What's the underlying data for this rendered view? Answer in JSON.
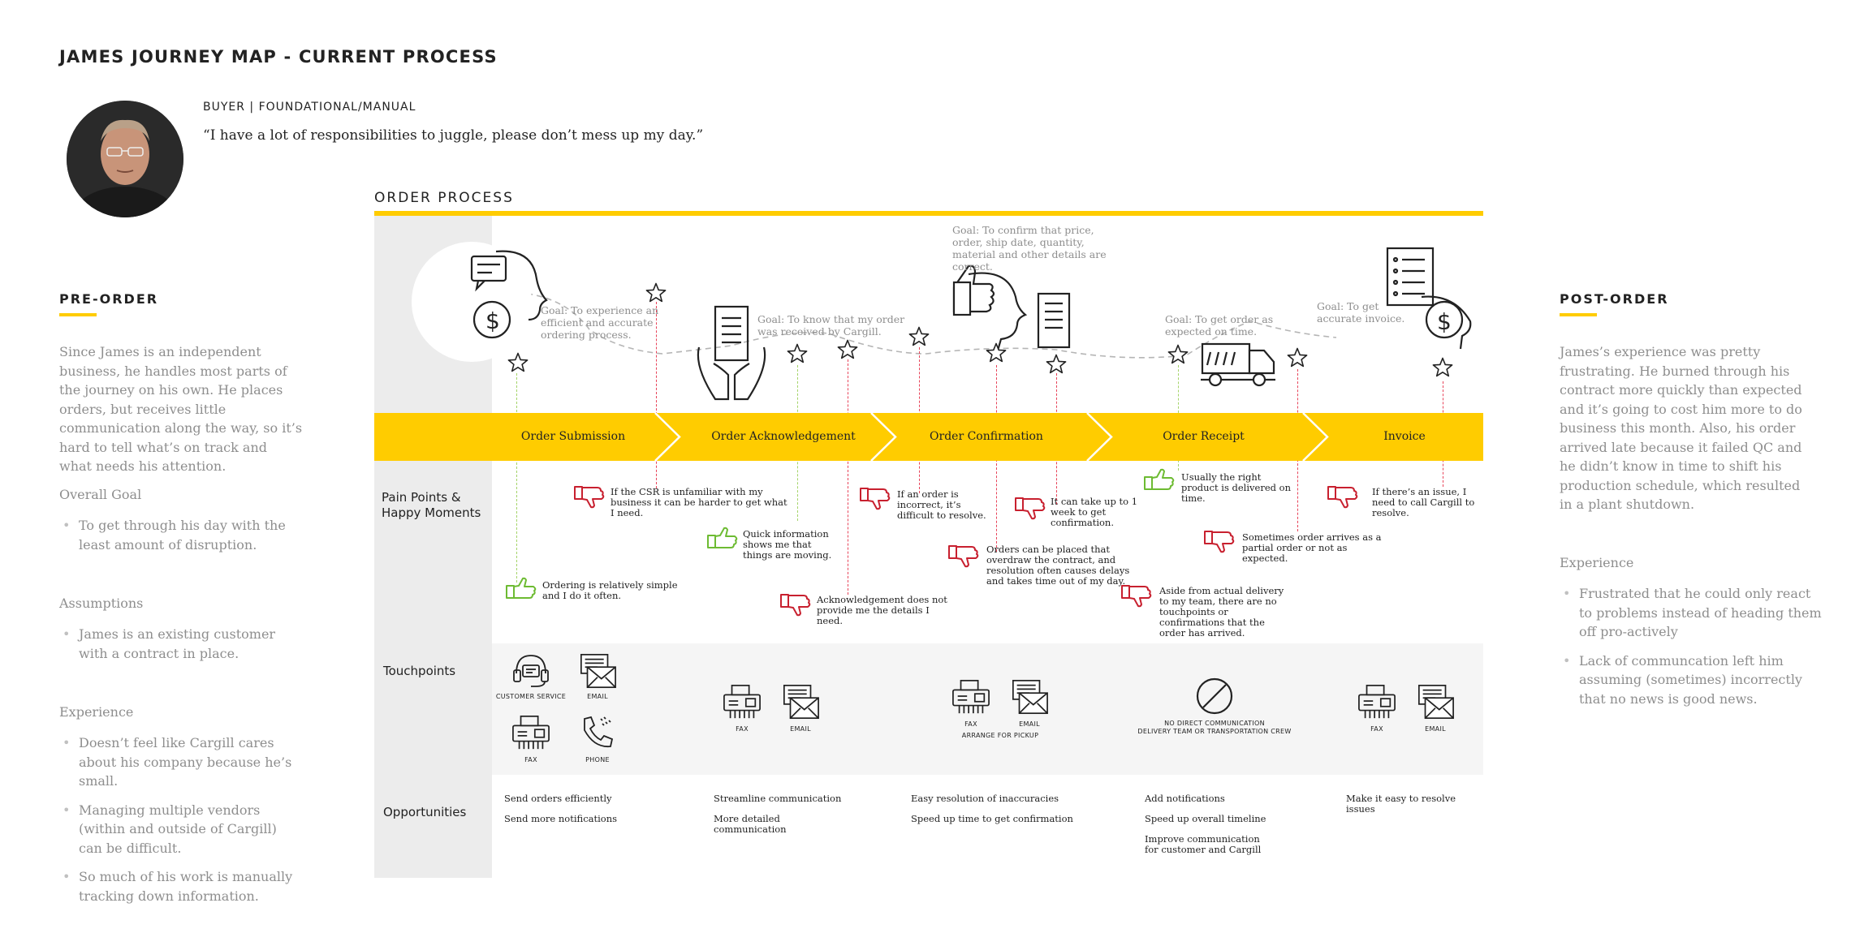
{
  "title": "JAMES JOURNEY MAP - CURRENT PROCESS",
  "persona": {
    "role": "BUYER | FOUNDATIONAL/MANUAL",
    "quote": "“I have a lot of responsibilities to juggle, please don’t mess up my day.”"
  },
  "pre_order": {
    "heading": "PRE-ORDER",
    "paragraph": "Since James is an independent business, he handles most parts of the journey on his own. He places orders, but receives little communication along the way, so it’s hard to tell what’s on track and what needs his attention.",
    "overall_goal_label": "Overall Goal",
    "overall_goal_items": [
      "To get through his day with the least amount of disruption."
    ],
    "assumptions_label": "Assumptions",
    "assumptions_items": [
      "James is an existing customer with a contract in place."
    ],
    "experience_label": "Experience",
    "experience_items": [
      "Doesn’t feel like Cargill cares about his company because he’s small.",
      "Managing multiple vendors (within and outside of Cargill) can be difficult.",
      "So much of his work is manually tracking down information."
    ]
  },
  "post_order": {
    "heading": "POST-ORDER",
    "paragraph": "James’s experience was pretty frustrating. He burned through his contract more quickly than expected and it’s going to cost him more to do business this month. Also, his order arrived late because it failed QC and he didn’t know in time to shift his production schedule, which resulted in a plant shutdown.",
    "experience_label": "Experience",
    "experience_items": [
      "Frustrated that he could only react to problems instead of heading them off pro-actively",
      "Lack of communcation left him assuming  (sometimes) incorrectly that no news is good news."
    ]
  },
  "order_process": {
    "heading": "ORDER PROCESS",
    "stages": [
      "Order Submission",
      "Order Acknowledgement",
      "Order Confirmation",
      "Order Receipt",
      "Invoice"
    ],
    "goals": [
      "Goal: To experience an efficient and accurate ordering process.",
      "Goal: To know that my order was received by Cargill.",
      "Goal: To confirm that price, order, ship date, quantity, material and other details are correct.",
      "Goal: To get order as expected on time.",
      "Goal: To get accurate invoice."
    ],
    "row_labels": {
      "pain": "Pain Points & Happy Moments",
      "touchpoints": "Touchpoints",
      "opportunities": "Opportunities"
    },
    "pain_points": [
      {
        "sentiment": "happy",
        "text": "Ordering is relatively simple and I do it often."
      },
      {
        "sentiment": "pain",
        "text": "If the CSR is unfamiliar with my business it can be harder to get what I need."
      },
      {
        "sentiment": "happy",
        "text": "Quick information shows me that things are moving."
      },
      {
        "sentiment": "pain",
        "text": "Acknowledgement does not provide me the details I need."
      },
      {
        "sentiment": "pain",
        "text": "If an order is incorrect, it’s difficult to resolve."
      },
      {
        "sentiment": "pain",
        "text": "Orders can be placed that overdraw the contract, and resolution often causes delays and takes time out of my day."
      },
      {
        "sentiment": "pain",
        "text": "It can take up to 1 week to get confirmation."
      },
      {
        "sentiment": "happy",
        "text": "Usually the right product is delivered on time."
      },
      {
        "sentiment": "pain",
        "text": "Sometimes order arrives as a partial order or not as expected."
      },
      {
        "sentiment": "pain",
        "text": "Aside from actual delivery to my team, there are no touchpoints or confirmations that the order has arrived."
      },
      {
        "sentiment": "pain",
        "text": "If there’s an issue, I need to call Cargill to resolve."
      }
    ],
    "touchpoints": {
      "submission": [
        "CUSTOMER SERVICE",
        "EMAIL",
        "FAX",
        "PHONE"
      ],
      "acknowledgement": [
        "FAX",
        "EMAIL"
      ],
      "confirmation": [
        "FAX",
        "EMAIL"
      ],
      "confirmation_note": "ARRANGE FOR PICKUP",
      "receipt_line1": "NO DIRECT COMMUNICATION",
      "receipt_line2": "DELIVERY TEAM OR TRANSPORTATION CREW",
      "invoice": [
        "FAX",
        "EMAIL"
      ]
    },
    "opportunities": {
      "submission": [
        "Send orders efficiently",
        "Send more notifications"
      ],
      "acknowledgement": [
        "Streamline communication",
        "More detailed communication"
      ],
      "confirmation": [
        "Easy resolution of inaccuracies",
        "Speed up time to get confirmation"
      ],
      "receipt": [
        "Add notifications",
        "Speed up overall timeline",
        "Improve communication for customer and Cargill"
      ],
      "invoice": [
        "Make it easy to resolve issues"
      ]
    }
  },
  "colors": {
    "accent": "#ffcc00",
    "pain": "#c8202f",
    "happy": "#6dbb32",
    "muted": "#8e8e8e"
  }
}
